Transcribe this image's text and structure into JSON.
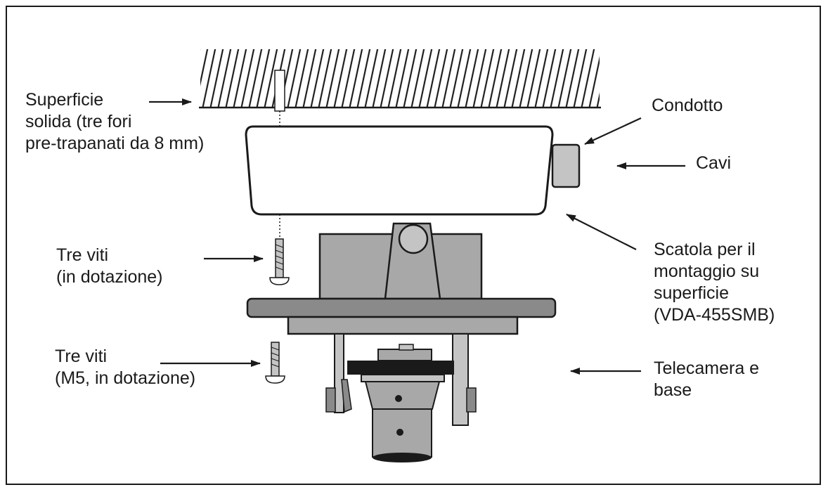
{
  "labels": {
    "surface_line1": "Superficie",
    "surface_line2": "solida (tre fori",
    "surface_line3": "pre-trapanati da 8 mm)",
    "conduit": "Condotto",
    "cables": "Cavi",
    "screws1_line1": "Tre viti",
    "screws1_line2": "(in dotazione)",
    "box_line1": "Scatola per il",
    "box_line2": "montaggio su",
    "box_line3": "superficie",
    "box_line4": "(VDA-455SMB)",
    "screws2_line1": "Tre viti",
    "screws2_line2": "(M5, in dotazione)",
    "camera_line1": "Telecamera e",
    "camera_line2": "base"
  },
  "colors": {
    "ink": "#1a1a1a",
    "gray_dark": "#8a8a8a",
    "gray_mid": "#a8a8a8",
    "gray_light": "#c4c4c4",
    "fill_white": "#ffffff"
  }
}
